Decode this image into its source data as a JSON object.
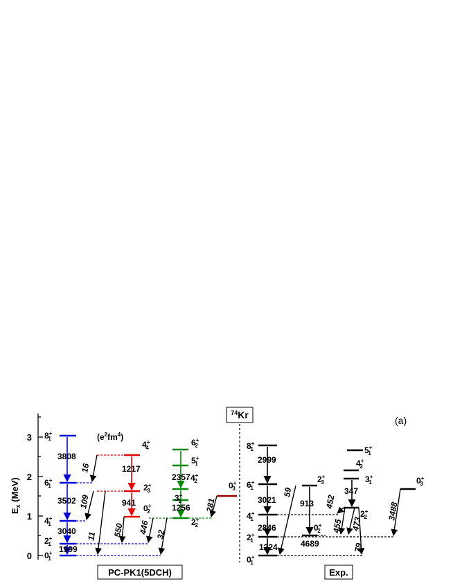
{
  "panel_label": "(a)",
  "y_axis": {
    "label": "E",
    "label_sub": "x",
    "label_unit": "(MeV)",
    "ticks": [
      "0",
      "1",
      "2",
      "3"
    ]
  },
  "unit_label": "(e²fm⁴)",
  "nucleus": {
    "mass": "74",
    "symbol": "Kr"
  },
  "theory_box": "PC-PK1(5DCH)",
  "exp_box": "Exp.",
  "colors": {
    "gsb": "#0000dd",
    "band2": "#ee0000",
    "band3": "#008800",
    "band4": "#990000",
    "exp": "#000000",
    "axis": "#000000"
  },
  "theory": {
    "gsb_labels": [
      "0",
      "2",
      "4",
      "6",
      "8"
    ],
    "gsb_subs": [
      "1",
      "1",
      "1",
      "1",
      "1"
    ],
    "gsb_be2": [
      "1999",
      "3040",
      "3502",
      "3808"
    ],
    "band2_labels": [
      {
        "j": "0",
        "s": "2"
      },
      {
        "j": "2",
        "s": "3"
      },
      {
        "j": "4",
        "s": "4"
      }
    ],
    "band2_be2": [
      "941",
      "1217"
    ],
    "band3_labels": [
      {
        "j": "2",
        "s": "2"
      },
      {
        "j": "3",
        "s": "1"
      },
      {
        "j": "4",
        "s": "2"
      },
      {
        "j": "5",
        "s": "1"
      },
      {
        "j": "6",
        "s": "2"
      }
    ],
    "band3_be2": [
      "1256",
      "2357"
    ],
    "band4_label": {
      "j": "0",
      "s": "3"
    },
    "inter_be2": [
      "16",
      "109",
      "11",
      "550",
      "446",
      "32",
      "281"
    ]
  },
  "experiment": {
    "gsb_labels": [
      {
        "j": "0",
        "s": "1"
      },
      {
        "j": "2",
        "s": "1"
      },
      {
        "j": "4",
        "s": "1"
      },
      {
        "j": "6",
        "s": "1"
      },
      {
        "j": "8",
        "s": "1"
      }
    ],
    "gsb_be2": [
      "1224",
      "2846",
      "3021",
      "2999"
    ],
    "band2_labels": [
      {
        "j": "0",
        "s": "2"
      },
      {
        "j": "2",
        "s": "3"
      }
    ],
    "band2_be2": [
      "4689",
      "913"
    ],
    "band3_labels": [
      {
        "j": "2",
        "s": "2"
      },
      {
        "j": "3",
        "s": "1"
      },
      {
        "j": "4",
        "s": "2"
      },
      {
        "j": "5",
        "s": "1"
      }
    ],
    "band3_be2": [
      "347"
    ],
    "band4_label": {
      "j": "0",
      "s": "3"
    },
    "inter_be2": [
      "59",
      "452",
      "455",
      "473",
      "79",
      "3488"
    ]
  }
}
